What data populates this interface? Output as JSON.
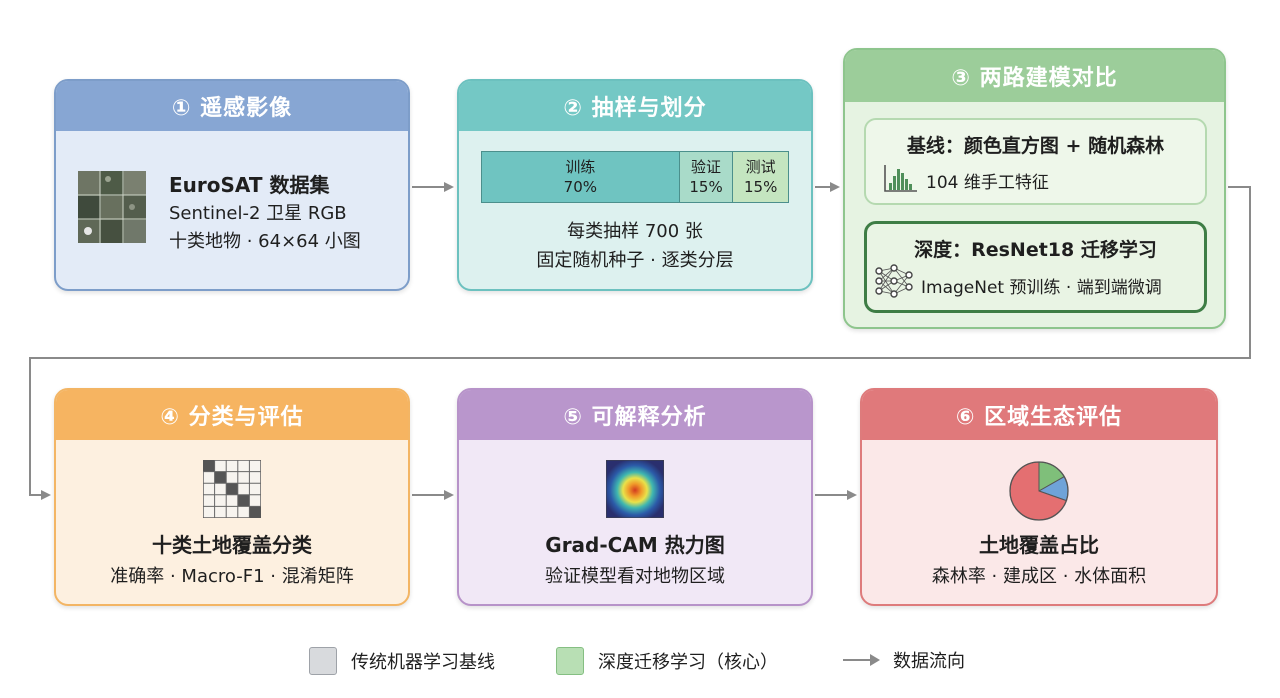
{
  "box1": {
    "title": "① 遥感影像",
    "line1": "EuroSAT 数据集",
    "line2": "Sentinel-2 卫星 RGB",
    "line3": "十类地物 · 64×64 小图",
    "icon": "satellite-image-grid-icon"
  },
  "box2": {
    "title": "② 抽样与划分",
    "train_label": "训练",
    "train_pct": "70%",
    "val_label": "验证",
    "val_pct": "15%",
    "test_label": "测试",
    "test_pct": "15%",
    "split_fractions": [
      0.7,
      0.15,
      0.15
    ],
    "line1": "每类抽样 700 张",
    "line2": "固定随机种子 · 逐类分层"
  },
  "box3": {
    "title": "③ 两路建模对比",
    "baseline_title": "基线：颜色直方图 + 随机森林",
    "baseline_desc": "104 维手工特征",
    "baseline_icon": "histogram-icon",
    "deep_title": "深度：ResNet18 迁移学习",
    "deep_desc": "ImageNet 预训练 · 端到端微调",
    "deep_icon": "neural-network-icon"
  },
  "box4": {
    "title": "④ 分类与评估",
    "main": "十类土地覆盖分类",
    "sub": "准确率 · Macro-F1 · 混淆矩阵",
    "icon": "confusion-matrix-icon"
  },
  "box5": {
    "title": "⑤ 可解释分析",
    "main": "Grad-CAM 热力图",
    "sub": "验证模型看对地物区域",
    "icon": "heatmap-icon"
  },
  "box6": {
    "title": "⑥ 区域生态评估",
    "main": "土地覆盖占比",
    "sub": "森林率 · 建成区 · 水体面积",
    "icon": "pie-chart-icon"
  },
  "legend": {
    "traditional": "传统机器学习基线",
    "deep": "深度迁移学习（核心）",
    "flow": "数据流向"
  },
  "colors": {
    "box1": "#87a6d3",
    "box2": "#74c8c5",
    "box3": "#9ccd9a",
    "box4": "#f6b461",
    "box5": "#b996cc",
    "box6": "#e0797b",
    "arrow": "#8a8a8a"
  }
}
